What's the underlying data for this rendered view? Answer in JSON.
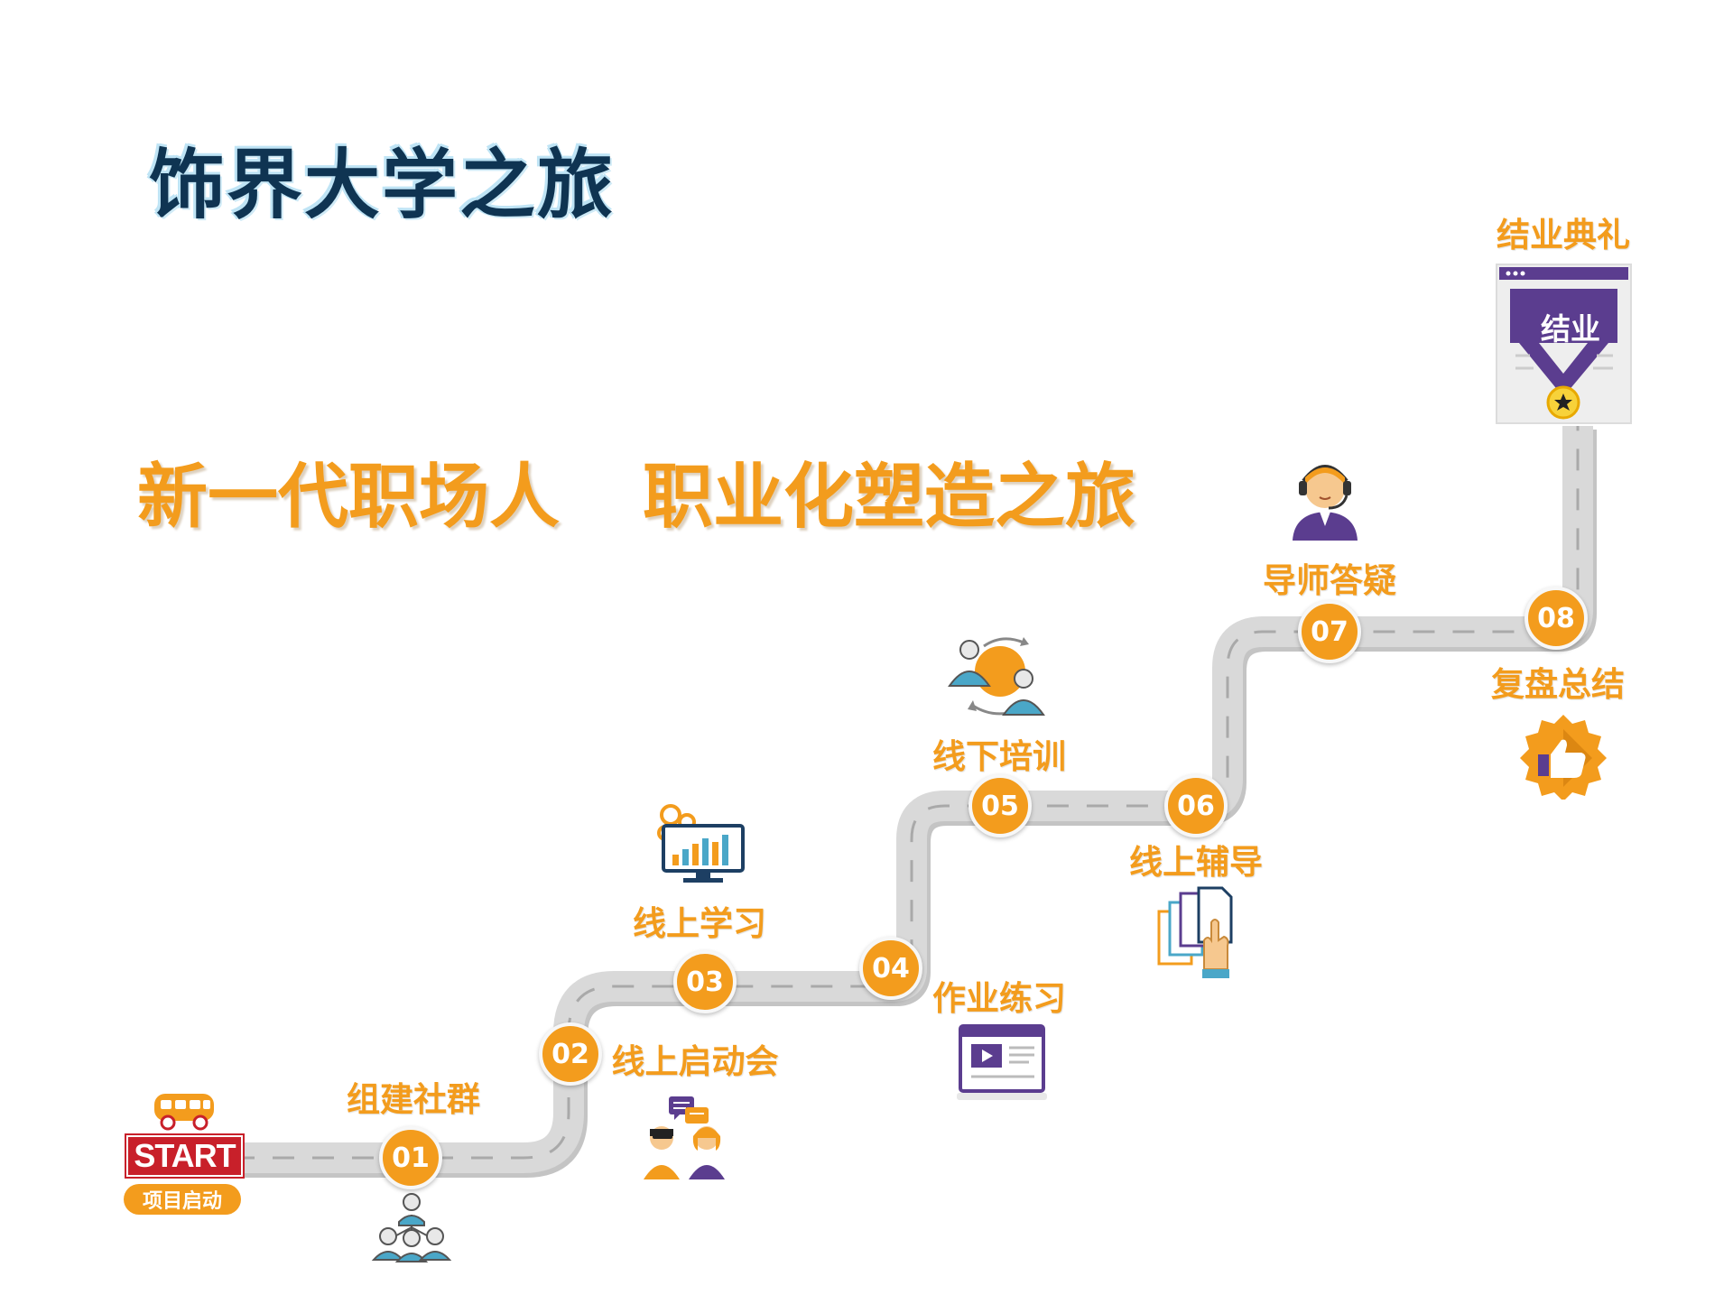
{
  "title": "饰界大学之旅",
  "slogan": {
    "part1": "新一代职场人",
    "part2": "职业化塑造之旅"
  },
  "start": {
    "badge": "START",
    "label": "项目启动"
  },
  "steps": [
    {
      "number": "01",
      "label": "组建社群",
      "icon": "team-network-icon"
    },
    {
      "number": "02",
      "label": "线上启动会",
      "icon": "chat-people-icon"
    },
    {
      "number": "03",
      "label": "线上学习",
      "icon": "monitor-chart-icon"
    },
    {
      "number": "04",
      "label": "作业练习",
      "icon": "video-player-icon"
    },
    {
      "number": "05",
      "label": "线下培训",
      "icon": "people-exchange-icon"
    },
    {
      "number": "06",
      "label": "线上辅导",
      "icon": "documents-hand-icon"
    },
    {
      "number": "07",
      "label": "导师答疑",
      "icon": "headset-mentor-icon"
    },
    {
      "number": "08",
      "label": "复盘总结",
      "icon": "thumbs-up-badge-icon"
    }
  ],
  "finish": {
    "label": "结业典礼",
    "card_text": "结业",
    "icon": "graduation-certificate-icon"
  },
  "colors": {
    "accent": "#f39c1d",
    "title": "#0f3452",
    "road": "#d7d7d7",
    "purple": "#5b3d8f",
    "start_red": "#c8202a"
  }
}
